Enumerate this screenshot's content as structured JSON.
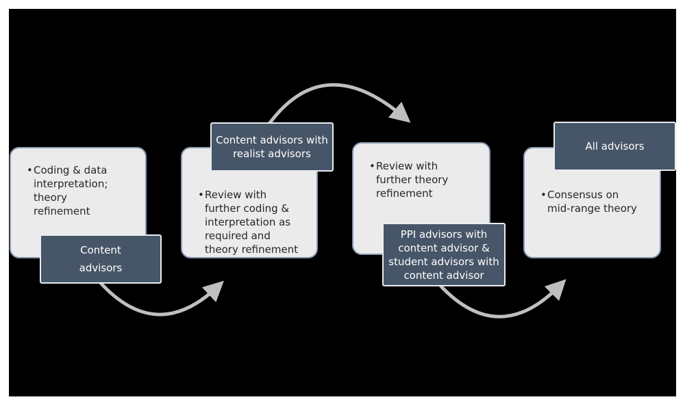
{
  "colors": {
    "background": "#000000",
    "panel_fill": "#ebebeb",
    "panel_border": "#8a9ab0",
    "label_fill": "#465567",
    "label_text": "#ffffff",
    "arrow": "#bfbfbf"
  },
  "steps": [
    {
      "detail": "Coding & data\ninterpretation;\ntheory\nrefinement",
      "advisors": "Content\n\nadvisors"
    },
    {
      "detail": "Review with\nfurther coding &\ninterpretation as\nrequired and\ntheory refinement",
      "advisors": "Content advisors with\nrealist advisors"
    },
    {
      "detail": "Review with\nfurther theory\nrefinement",
      "advisors": "PPI advisors  with\ncontent advisor  &\nstudent  advisors with\ncontent advisor"
    },
    {
      "detail": "Consensus on\nmid-range theory",
      "advisors": "All advisors"
    }
  ]
}
